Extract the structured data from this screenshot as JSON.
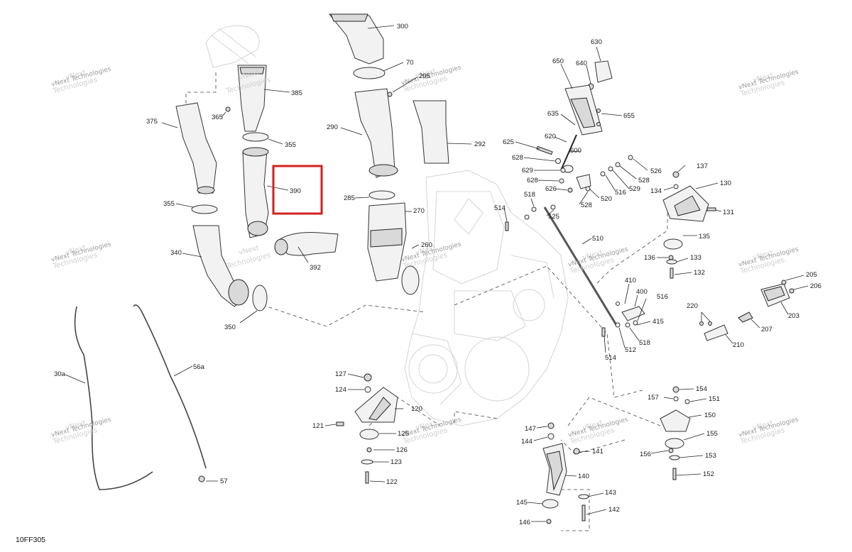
{
  "figure_id": "10FF305",
  "watermark": {
    "line1": "vNext",
    "line2": "Technologies",
    "small": "vNext Technologies"
  },
  "highlight": {
    "label": "390",
    "color": "#d32020"
  },
  "labels": {
    "l300": "300",
    "l70": "70",
    "l205a": "205",
    "l290": "290",
    "l292": "292",
    "l285": "285",
    "l270": "270",
    "l260": "260",
    "l385": "385",
    "l365": "365",
    "l375": "375",
    "l355a": "355",
    "l355b": "355",
    "l390": "390",
    "l392": "392",
    "l340": "340",
    "l350": "350",
    "l30a": "30a",
    "l56a": "56a",
    "l57": "57",
    "l127": "127",
    "l124": "124",
    "l120": "120",
    "l121": "121",
    "l125": "125",
    "l126": "126",
    "l123": "123",
    "l122": "122",
    "l630": "630",
    "l640": "640",
    "l650": "650",
    "l655": "655",
    "l635": "635",
    "l620": "620",
    "l625": "625",
    "l628a": "628",
    "l600": "600",
    "l629": "629",
    "l628b": "628",
    "l626": "626",
    "l526": "526",
    "l528a": "528",
    "l529": "529",
    "l516a": "516",
    "l520": "520",
    "l528b": "528",
    "l518a": "518",
    "l514a": "514",
    "l525": "525",
    "l510": "510",
    "l137": "137",
    "l130": "130",
    "l134": "134",
    "l131": "131",
    "l135": "135",
    "l136": "136",
    "l133": "133",
    "l132": "132",
    "l410": "410",
    "l400": "400",
    "l516b": "516",
    "l415": "415",
    "l518b": "518",
    "l512": "512",
    "l514b": "514",
    "l205b": "205",
    "l206": "206",
    "l203": "203",
    "l207": "207",
    "l220": "220",
    "l210": "210",
    "l154": "154",
    "l157": "157",
    "l151": "151",
    "l150": "150",
    "l155": "155",
    "l156": "156",
    "l153": "153",
    "l152": "152",
    "l147": "147",
    "l144": "144",
    "l141": "141",
    "l140": "140",
    "l143": "143",
    "l145": "145",
    "l142": "142",
    "l146": "146"
  }
}
